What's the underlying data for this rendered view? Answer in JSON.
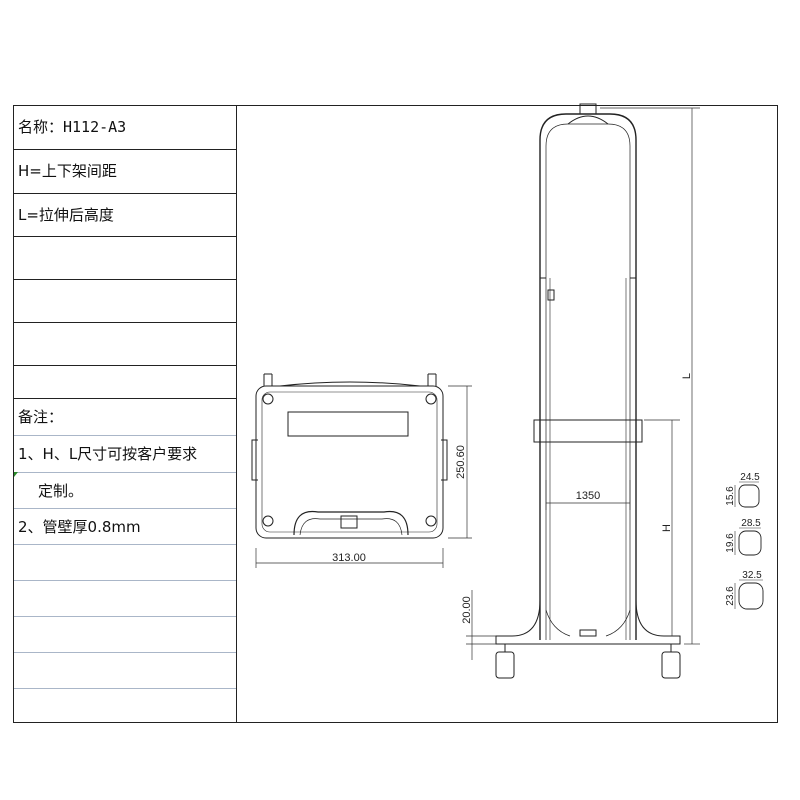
{
  "spec": {
    "name": "名称：H112-A3",
    "h_def": "H=上下架间距",
    "l_def": "L=拉伸后高度",
    "notes_title": "备注：",
    "note1": "1、H、L尺寸可按客户要求",
    "note1_cont": "定制。",
    "note2": "2、管壁厚0.8mm"
  },
  "front_view": {
    "width_dim": "313.00",
    "height_dim": "250.60"
  },
  "side_view": {
    "l_label": "L",
    "h_label": "H",
    "inner_dim": "1350",
    "bottom_dim": "20.00"
  },
  "tube_sections": [
    {
      "w": "24.5",
      "h": "15.6"
    },
    {
      "w": "28.5",
      "h": "19.6"
    },
    {
      "w": "32.5",
      "h": "23.6"
    }
  ]
}
